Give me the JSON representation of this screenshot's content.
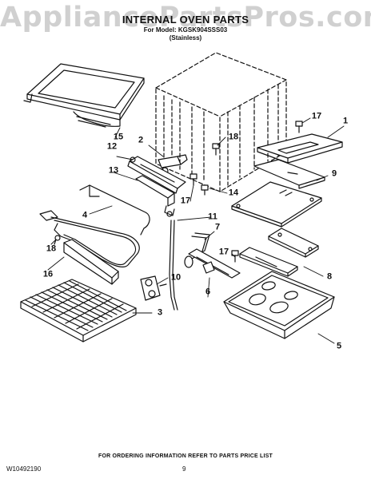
{
  "watermark": "AppliancePartsPros.com",
  "header": {
    "title": "INTERNAL OVEN PARTS",
    "model_line": "For Model: KGSK904SSS03",
    "variant": "(Stainless)"
  },
  "callouts": [
    "1",
    "2",
    "3",
    "4",
    "5",
    "6",
    "7",
    "8",
    "9",
    "10",
    "11",
    "12",
    "13",
    "14",
    "15",
    "16",
    "17",
    "17",
    "17",
    "18",
    "18"
  ],
  "footer": {
    "doc_number": "W10492190",
    "ordering_note": "FOR ORDERING INFORMATION REFER TO PARTS PRICE LIST",
    "page_number": "9"
  }
}
